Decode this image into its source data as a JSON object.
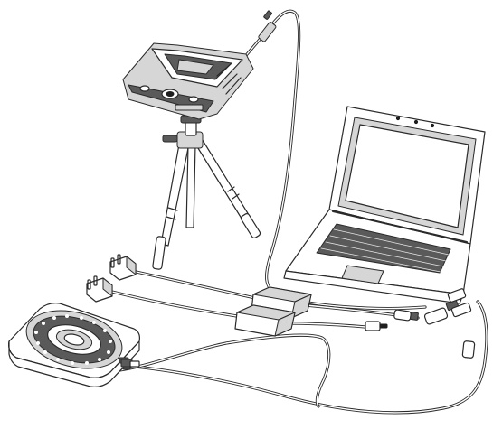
{
  "diagram": {
    "components": [
      {
        "id": "scanner",
        "icon": "3d-scanner-icon"
      },
      {
        "id": "tripod",
        "icon": "tripod-icon"
      },
      {
        "id": "laptop",
        "icon": "laptop-icon"
      },
      {
        "id": "turntable",
        "icon": "turntable-icon"
      },
      {
        "id": "power-adapter-1",
        "icon": "power-adapter-icon"
      },
      {
        "id": "power-adapter-2",
        "icon": "power-adapter-icon"
      },
      {
        "id": "power-plug-1",
        "icon": "power-plug-icon"
      },
      {
        "id": "power-plug-2",
        "icon": "power-plug-icon"
      },
      {
        "id": "usb-hub",
        "icon": "usb-connector-icon"
      }
    ],
    "connections": [
      {
        "from": "scanner",
        "to": "laptop"
      },
      {
        "from": "turntable",
        "to": "laptop"
      },
      {
        "from": "power-plug-1",
        "to": "power-adapter-1"
      },
      {
        "from": "power-plug-2",
        "to": "power-adapter-2"
      },
      {
        "from": "power-adapter-2",
        "to": "turntable"
      },
      {
        "from": "power-adapter-1",
        "to": "usb-hub"
      }
    ]
  }
}
